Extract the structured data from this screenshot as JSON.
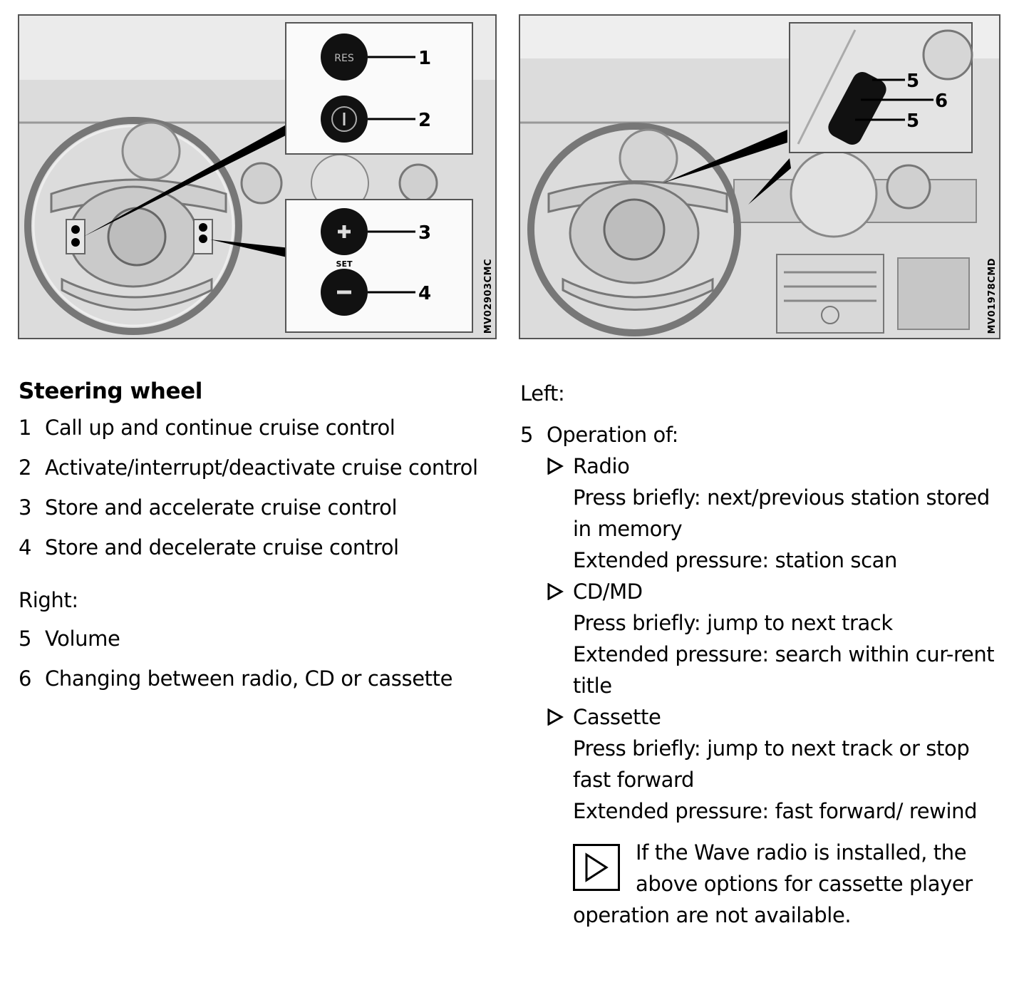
{
  "figures": {
    "left": {
      "code": "MV02903CMC",
      "callouts": [
        "1",
        "2",
        "3",
        "4"
      ],
      "button_labels": {
        "res": "RES",
        "set": "SET",
        "plus": "+",
        "minus": "−"
      }
    },
    "right": {
      "code": "MV01978CMD",
      "callouts": [
        "5",
        "6",
        "5"
      ]
    }
  },
  "left_column": {
    "heading": "Steering wheel",
    "items": [
      {
        "num": "1",
        "text": "Call up and continue cruise control"
      },
      {
        "num": "2",
        "text": "Activate/interrupt/deactivate cruise control"
      },
      {
        "num": "3",
        "text": "Store and accelerate cruise control"
      },
      {
        "num": "4",
        "text": "Store and decelerate cruise control"
      }
    ],
    "right_label": "Right:",
    "right_items": [
      {
        "num": "5",
        "text": "Volume"
      },
      {
        "num": "6",
        "text": "Changing between radio, CD or cassette"
      }
    ]
  },
  "right_column": {
    "left_label": "Left:",
    "item": {
      "num": "5",
      "text": "Operation of:"
    },
    "subitems": [
      {
        "icon": "triangle-bullet-icon",
        "title": "Radio",
        "lines": [
          "Press briefly: next/previous station stored in memory",
          "Extended pressure: station scan"
        ]
      },
      {
        "icon": "triangle-bullet-icon",
        "title": "CD/MD",
        "lines": [
          "Press briefly: jump to next track",
          "Extended pressure: search within cur-rent title"
        ]
      },
      {
        "icon": "triangle-bullet-icon",
        "title": "Cassette",
        "lines": [
          "Press briefly: jump to next track or stop fast forward",
          "Extended pressure: fast forward/ rewind"
        ]
      }
    ],
    "note": {
      "icon": "note-triangle-icon",
      "text": "If the Wave radio is installed, the above options for cassette player operation are not available."
    }
  }
}
